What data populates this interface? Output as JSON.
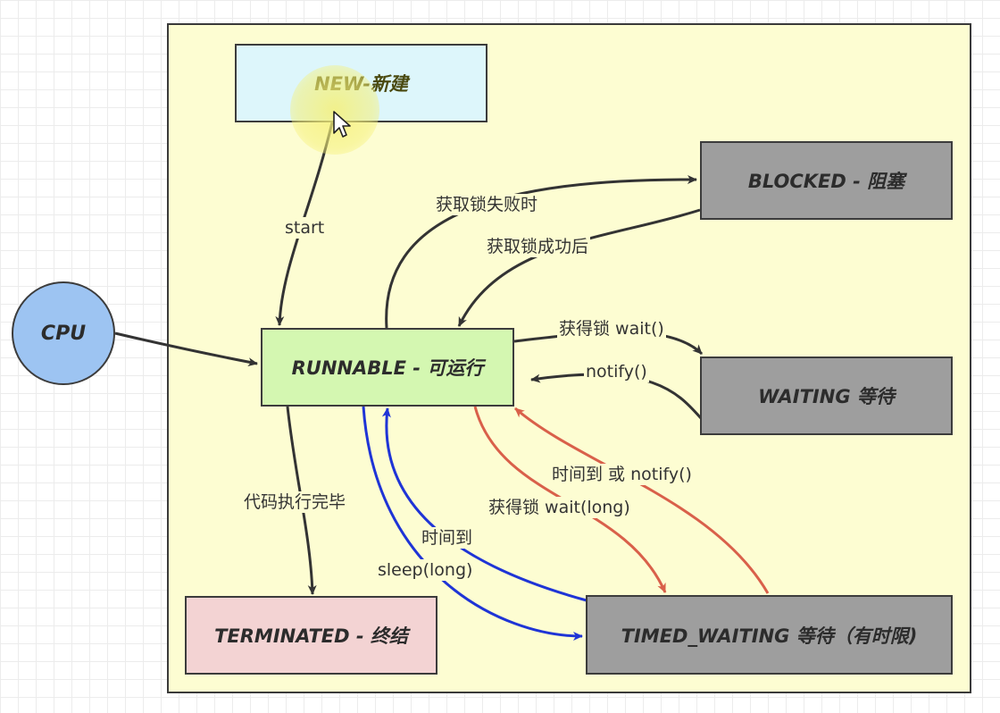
{
  "states": {
    "new": "NEW-新建",
    "blocked": "BLOCKED - 阻塞",
    "runnable": "RUNNABLE - 可运行",
    "waiting": "WAITING 等待",
    "terminated": "TERMINATED - 终结",
    "timed_waiting": "TIMED_WAITING 等待（有时限)"
  },
  "cpu": "CPU",
  "transitions": {
    "start": "start",
    "lock_fail": "获取锁失败时",
    "lock_success": "获取锁成功后",
    "wait": "获得锁 wait()",
    "notify": "notify()",
    "finished": "代码执行完毕",
    "timeout_or_notify": "时间到 或 notify()",
    "wait_long": "获得锁 wait(long)",
    "time_up": "时间到",
    "sleep_long": "sleep(long)"
  },
  "colors": {
    "canvas": "#fdfdd2",
    "black_arrow": "#333333",
    "blue_arrow": "#1f34d6",
    "red_arrow": "#d9604a"
  }
}
